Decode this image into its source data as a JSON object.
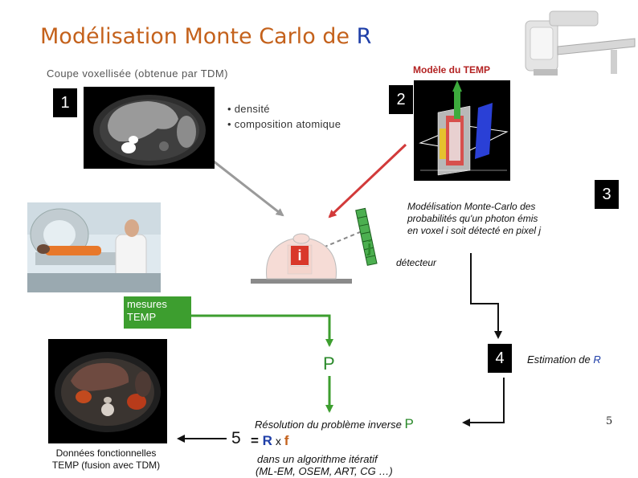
{
  "title": {
    "main": "Modélisation Monte Carlo de ",
    "symbol": "R"
  },
  "step1": {
    "number": "1",
    "label": "Coupe voxellisée (obtenue par TDM)"
  },
  "properties": [
    "• densité",
    "• composition atomique"
  ],
  "step2": {
    "number": "2",
    "label": "Modèle du TEMP"
  },
  "step3": {
    "number": "3",
    "text": [
      "Modélisation Monte-Carlo des",
      "probabilités qu'un photon émis",
      "en voxel i soit détecté en pixel j"
    ]
  },
  "voxel_label": "i",
  "pixel_label": "j",
  "detector_label": "détecteur",
  "measures": [
    "mesures",
    "TEMP"
  ],
  "projection_symbol": "P",
  "step4": {
    "number": "4",
    "text_prefix": "Estimation de ",
    "symbol": "R"
  },
  "step5": {
    "number": "5",
    "line1_prefix": "Résolution du problème inverse ",
    "line1_symbol": "P",
    "equation": [
      "= ",
      "R",
      " x ",
      "f"
    ],
    "line2": "dans un algorithme itératif",
    "line3": "(ML-EM, OSEM, ART, CG …)"
  },
  "functional_caption": [
    "Données fonctionnelles",
    "TEMP (fusion avec TDM)"
  ],
  "page_number": "5",
  "colors": {
    "title": "#c4611b",
    "symbol_blue": "#1f3fa8",
    "arrow_green": "#3d9e2f",
    "label_red": "#b32222",
    "step_box": "#000000"
  }
}
